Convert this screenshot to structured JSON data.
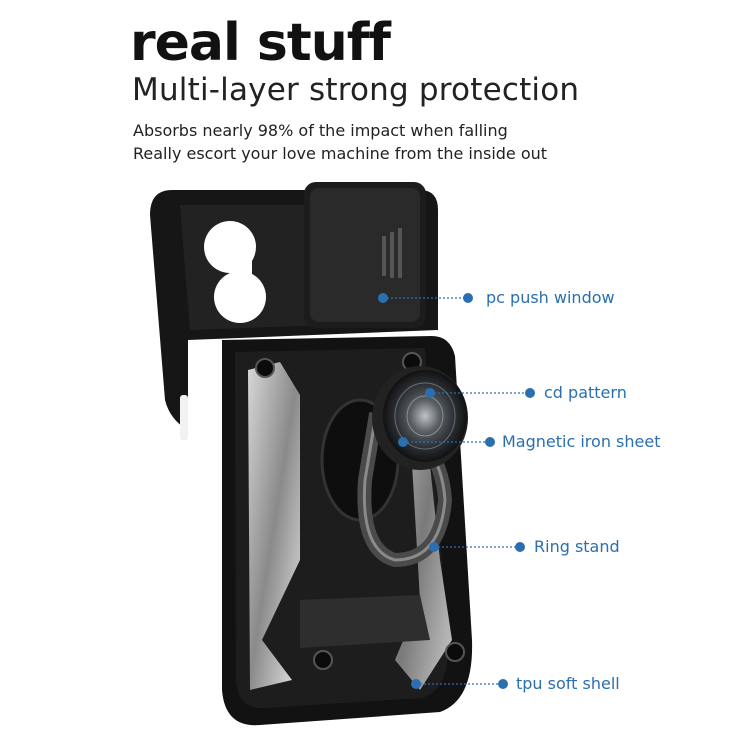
{
  "headline": "real stuff",
  "subheadline": "Multi-layer strong protection",
  "description": {
    "line1": "Absorbs nearly 98% of the impact when falling",
    "line2": "Really escort your love machine from the inside out"
  },
  "callouts": {
    "pc_push_window": "pc push window",
    "cd_pattern": "cd pattern",
    "magnetic_iron_sheet": "Magnetic iron sheet",
    "ring_stand": "Ring stand",
    "tpu_soft_shell": "tpu soft shell"
  },
  "colors": {
    "callout_blue": "#2a6fb0",
    "case_black": "#151515"
  }
}
